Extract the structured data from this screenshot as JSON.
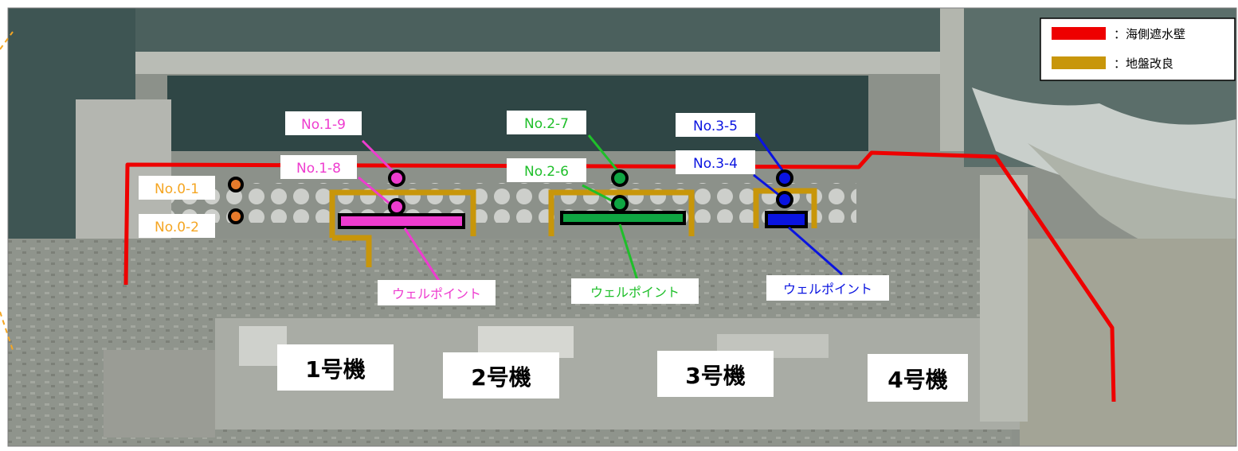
{
  "legend": {
    "items": [
      {
        "label": "：海側遮水壁",
        "color": "#ee0000"
      },
      {
        "label": "：地盤改良",
        "color": "#c8960a"
      }
    ]
  },
  "units": [
    {
      "label": "1号機"
    },
    {
      "label": "2号機"
    },
    {
      "label": "3号機"
    },
    {
      "label": "4号機"
    }
  ],
  "wells": {
    "no0_1": "No.0-1",
    "no0_2": "No.0-2",
    "no1_9": "No.1-9",
    "no1_8": "No.1-8",
    "no2_7": "No.2-7",
    "no2_6": "No.2-6",
    "no3_5": "No.3-5",
    "no3_4": "No.3-4"
  },
  "wellpoints": {
    "unit1": "ウェルポイント",
    "unit2": "ウェルポイント",
    "unit3": "ウェルポイント"
  },
  "colors": {
    "group0": "#f5a623",
    "group1": "#ee3ccf",
    "group2": "#1fbf2a",
    "group3": "#0a14e0",
    "seawall": "#ee0000",
    "ground_improvement": "#c8960a"
  }
}
